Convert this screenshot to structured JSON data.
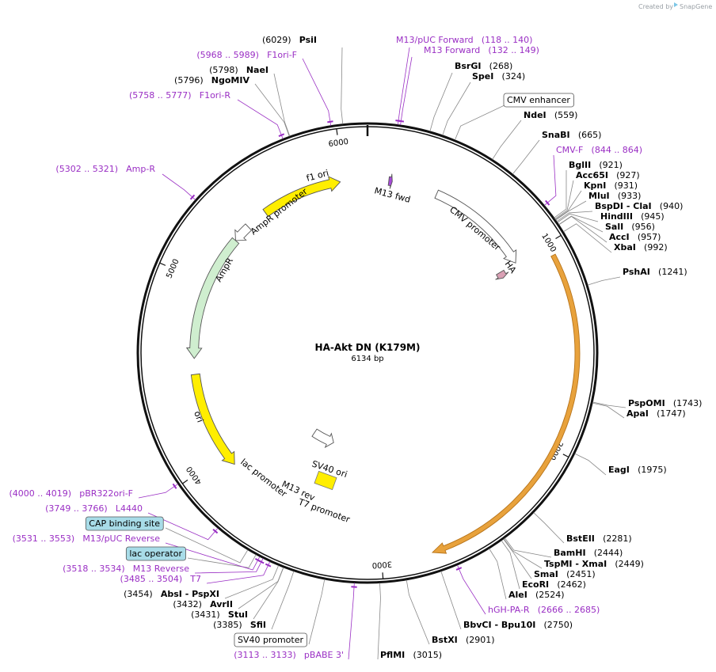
{
  "header": {
    "credit": "Created by",
    "brand": "SnapGene"
  },
  "plasmid": {
    "name": "HA-Akt DN (K179M)",
    "length_label": "6134 bp",
    "length": 6134
  },
  "colors": {
    "primer": "#9a2fc4",
    "backbone": "#111111",
    "amp": "#cfeecf",
    "ori": "#ffee00",
    "gold": "#e8a23c",
    "box_blue": "#a8dce8"
  },
  "ticks": [
    {
      "pos": 1000,
      "label": "1000"
    },
    {
      "pos": 2000,
      "label": "2000"
    },
    {
      "pos": 3000,
      "label": "3000"
    },
    {
      "pos": 4000,
      "label": "4000"
    },
    {
      "pos": 5000,
      "label": "5000"
    },
    {
      "pos": 6000,
      "label": "6000"
    }
  ],
  "features": [
    {
      "name": "f1-ori",
      "label": "f1 ori",
      "start": 5520,
      "end": 5980,
      "ring": 0.76,
      "fill": "#ffee00",
      "dir": 1
    },
    {
      "name": "m13-fwd",
      "label": "M13 fwd",
      "start": 120,
      "end": 140,
      "ring": 0.76,
      "fill": "#a64ad8",
      "dir": 1
    },
    {
      "name": "cmv-promoter",
      "label": "CMV promoter",
      "start": 400,
      "end": 1000,
      "ring": 0.76,
      "fill": "#ffffff",
      "dir": 1
    },
    {
      "name": "ha-tag",
      "label": "HA",
      "start": 1000,
      "end": 1040,
      "ring": 0.68,
      "fill": "#d9a0b4",
      "dir": 1
    },
    {
      "name": "ampr-promoter",
      "label": "AmpR promoter",
      "start": 5290,
      "end": 5395,
      "ring": 0.76,
      "fill": "#ffffff",
      "dir": -1
    },
    {
      "name": "ampr",
      "label": "AmpR",
      "start": 4570,
      "end": 5290,
      "ring": 0.76,
      "fill": "#cfeecf",
      "dir": -1
    },
    {
      "name": "ori",
      "label": "ori",
      "start": 3920,
      "end": 4480,
      "ring": 0.76,
      "fill": "#ffee00",
      "dir": -1
    },
    {
      "name": "t7-promoter",
      "label": "T7 promoter",
      "start": 3420,
      "end": 3640,
      "ring": 0.42,
      "fill": "#ffffff",
      "dir": -1
    },
    {
      "name": "akt-cds",
      "label": "",
      "start": 1060,
      "end": 2760,
      "ring": 0.92,
      "fill": "#e8a23c",
      "dir": 1
    }
  ],
  "feature_labels": [
    {
      "name": "sv40-ori-label",
      "text": "SV40 ori"
    },
    {
      "name": "lac-promoter-label",
      "text": "lac promoter"
    },
    {
      "name": "m13-rev-label",
      "text": "M13 rev"
    }
  ],
  "sites": [
    {
      "name": "psii",
      "text": "(6029)",
      "enzyme": "PsiI",
      "pos": 6029,
      "color": "black"
    },
    {
      "name": "m13-puc-forward",
      "text": "M13/pUC Forward",
      "range": "(118 .. 140)",
      "pos": 129,
      "color": "purple"
    },
    {
      "name": "m13-forward",
      "text": "M13 Forward",
      "range": "(132 .. 149)",
      "pos": 140,
      "color": "purple"
    },
    {
      "name": "bsrgi",
      "enzyme": "BsrGI",
      "text": "(268)",
      "pos": 268,
      "color": "black"
    },
    {
      "name": "spei",
      "enzyme": "SpeI",
      "text": "(324)",
      "pos": 324,
      "color": "black"
    },
    {
      "name": "cmv-enhancer",
      "text": "CMV enhancer",
      "pos": 380,
      "color": "box"
    },
    {
      "name": "ndei",
      "enzyme": "NdeI",
      "text": "(559)",
      "pos": 559,
      "color": "black"
    },
    {
      "name": "snabi",
      "enzyme": "SnaBI",
      "text": "(665)",
      "pos": 665,
      "color": "black"
    },
    {
      "name": "cmv-f",
      "text": "CMV-F",
      "range": "(844 .. 864)",
      "pos": 854,
      "color": "purple"
    },
    {
      "name": "bglii",
      "enzyme": "BglII",
      "text": "(921)",
      "pos": 921,
      "color": "black"
    },
    {
      "name": "acc65i",
      "enzyme": "Acc65I",
      "text": "(927)",
      "pos": 927,
      "color": "black"
    },
    {
      "name": "kpni",
      "enzyme": "KpnI",
      "text": "(931)",
      "pos": 931,
      "color": "black"
    },
    {
      "name": "mlui",
      "enzyme": "MluI",
      "text": "(933)",
      "pos": 933,
      "color": "black"
    },
    {
      "name": "bspdi-clai",
      "enzyme": "BspDI",
      "enzyme2": "ClaI",
      "text": "(940)",
      "pos": 940,
      "color": "black"
    },
    {
      "name": "hindiii",
      "enzyme": "HindIII",
      "text": "(945)",
      "pos": 945,
      "color": "black"
    },
    {
      "name": "sali",
      "enzyme": "SalI",
      "text": "(956)",
      "pos": 956,
      "color": "black"
    },
    {
      "name": "acci",
      "enzyme": "AccI",
      "text": "(957)",
      "pos": 957,
      "color": "black"
    },
    {
      "name": "xbai",
      "enzyme": "XbaI",
      "text": "(992)",
      "pos": 992,
      "color": "black"
    },
    {
      "name": "pshai",
      "enzyme": "PshAI",
      "text": "(1241)",
      "pos": 1241,
      "color": "black"
    },
    {
      "name": "pspomi",
      "enzyme": "PspOMI",
      "text": "(1743)",
      "pos": 1743,
      "color": "black"
    },
    {
      "name": "apai",
      "enzyme": "ApaI",
      "text": "(1747)",
      "pos": 1747,
      "color": "black"
    },
    {
      "name": "eagi",
      "enzyme": "EagI",
      "text": "(1975)",
      "pos": 1975,
      "color": "black"
    },
    {
      "name": "bsteii",
      "enzyme": "BstEII",
      "text": "(2281)",
      "pos": 2281,
      "color": "black"
    },
    {
      "name": "bamhi",
      "enzyme": "BamHI",
      "text": "(2444)",
      "pos": 2444,
      "color": "black"
    },
    {
      "name": "tspmi-xmai",
      "enzyme": "TspMI",
      "enzyme2": "XmaI",
      "text": "(2449)",
      "pos": 2449,
      "color": "black"
    },
    {
      "name": "smai",
      "enzyme": "SmaI",
      "text": "(2451)",
      "pos": 2451,
      "color": "black"
    },
    {
      "name": "ecori",
      "enzyme": "EcoRI",
      "text": "(2462)",
      "pos": 2462,
      "color": "black"
    },
    {
      "name": "alei",
      "enzyme": "AleI",
      "text": "(2524)",
      "pos": 2524,
      "color": "black"
    },
    {
      "name": "hgh-pa-r",
      "text": "hGH-PA-R",
      "range": "(2666 .. 2685)",
      "pos": 2676,
      "color": "purple"
    },
    {
      "name": "bbvci-bpu10i",
      "enzyme": "BbvCI",
      "enzyme2": "Bpu10I",
      "text": "(2750)",
      "pos": 2750,
      "color": "black"
    },
    {
      "name": "bstxi",
      "enzyme": "BstXI",
      "text": "(2901)",
      "pos": 2901,
      "color": "black"
    },
    {
      "name": "pflmi",
      "enzyme": "PflMI",
      "text": "(3015)",
      "pos": 3015,
      "color": "black"
    },
    {
      "name": "pbabe-3",
      "text": "pBABE 3'",
      "range": "(3113 .. 3133)",
      "pos": 3123,
      "color": "purple"
    },
    {
      "name": "sv40-promoter",
      "text": "SV40 promoter",
      "pos": 3250,
      "color": "box"
    },
    {
      "name": "sfii",
      "enzyme": "SfiI",
      "text": "(3385)",
      "pos": 3385,
      "color": "black"
    },
    {
      "name": "stui",
      "enzyme": "StuI",
      "text": "(3431)",
      "pos": 3431,
      "color": "black"
    },
    {
      "name": "avrii",
      "enzyme": "AvrII",
      "text": "(3432)",
      "pos": 3432,
      "color": "black"
    },
    {
      "name": "absi-pspxi",
      "enzyme": "AbsI",
      "enzyme2": "PspXI",
      "text": "(3454)",
      "pos": 3454,
      "color": "black"
    },
    {
      "name": "t7",
      "text": "T7",
      "range": "(3485 .. 3504)",
      "pos": 3494,
      "color": "purple"
    },
    {
      "name": "m13-reverse",
      "text": "M13 Reverse",
      "range": "(3518 .. 3534)",
      "pos": 3526,
      "color": "purple"
    },
    {
      "name": "lac-operator",
      "text": "lac operator",
      "pos": 3560,
      "color": "boxblue"
    },
    {
      "name": "m13-puc-reverse",
      "text": "M13/pUC Reverse",
      "range": "(3531 .. 3553)",
      "pos": 3542,
      "color": "purple"
    },
    {
      "name": "cap-binding-site",
      "text": "CAP binding site",
      "pos": 3600,
      "color": "boxblue"
    },
    {
      "name": "l4440",
      "text": "L4440",
      "range": "(3749 .. 3766)",
      "pos": 3757,
      "color": "purple"
    },
    {
      "name": "pbr322ori-f",
      "text": "pBR322ori-F",
      "range": "(4000 .. 4019)",
      "pos": 4010,
      "color": "purple"
    },
    {
      "name": "amp-r",
      "text": "Amp-R",
      "range": "(5302 .. 5321)",
      "pos": 5311,
      "color": "purple"
    },
    {
      "name": "f1ori-r",
      "text": "F1ori-R",
      "range": "(5758 .. 5777)",
      "pos": 5767,
      "color": "purple"
    },
    {
      "name": "ngomiv",
      "enzyme": "NgoMIV",
      "text": "(5796)",
      "pos": 5796,
      "color": "black"
    },
    {
      "name": "naei",
      "enzyme": "NaeI",
      "text": "(5798)",
      "pos": 5798,
      "color": "black"
    },
    {
      "name": "f1ori-f",
      "text": "F1ori-F",
      "range": "(5968 .. 5989)",
      "pos": 5978,
      "color": "purple"
    }
  ]
}
